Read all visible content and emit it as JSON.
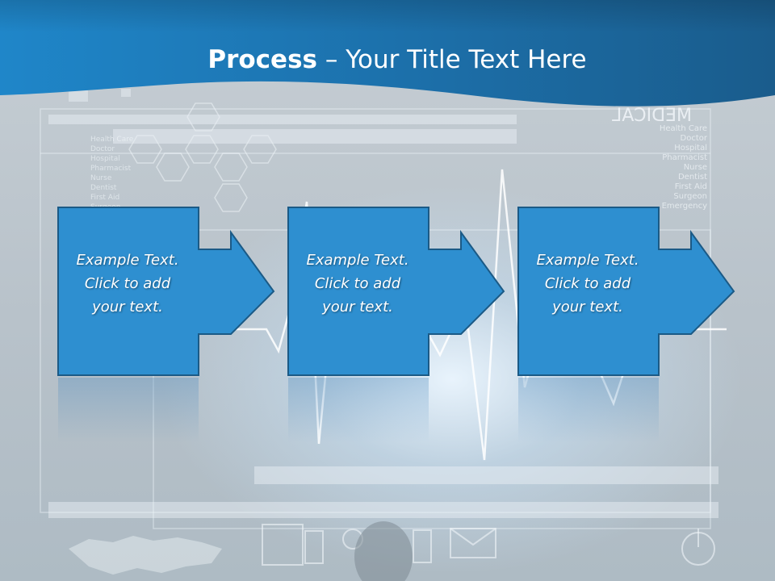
{
  "slide": {
    "title_bold": "Process",
    "title_rest": " – Your Title Text Here"
  },
  "background": {
    "medical_label": "MEDICAL",
    "left_list": [
      "Health Care",
      "Doctor",
      "Hospital",
      "Pharmacist",
      "Nurse",
      "Dentist",
      "First Aid",
      "Surgeon"
    ],
    "right_list": [
      "Health Care",
      "Doctor",
      "Hospital",
      "Pharmacist",
      "Nurse",
      "Dentist",
      "First Aid",
      "Surgeon",
      "Emergency"
    ]
  },
  "steps": [
    {
      "text_line1": "Example Text.",
      "text_line2": "Click  to add",
      "text_line3": "your text."
    },
    {
      "text_line1": "Example Text.",
      "text_line2": "Click  to add",
      "text_line3": "your text."
    },
    {
      "text_line1": "Example Text.",
      "text_line2": "Click  to add",
      "text_line3": "your text."
    }
  ],
  "colors": {
    "header_blue": "#1e7ec0",
    "header_dark": "#1a5f91",
    "box_fill": "#2e8fd0",
    "box_border": "#1b5a86",
    "text": "#ffffff"
  }
}
